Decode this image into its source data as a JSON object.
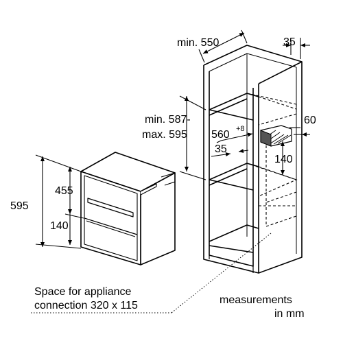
{
  "dimensions": {
    "niche_depth": "min. 550",
    "top_back_gap": "35",
    "niche_height_min": "min. 587-",
    "niche_height_max": "max. 595",
    "niche_width": "560",
    "niche_width_tolerance": "+8",
    "vent_depth": "60",
    "inner_offset": "35",
    "vent_height": "140",
    "appliance_height": "595",
    "upper_height": "455",
    "drawer_height": "140"
  },
  "notes": {
    "connection_line1": "Space for appliance",
    "connection_line2": "connection 320 x 115",
    "units_line1": "measurements",
    "units_line2": "in mm"
  },
  "colors": {
    "line": "#000000",
    "background": "#ffffff",
    "appliance_fill": "#ffffff"
  }
}
